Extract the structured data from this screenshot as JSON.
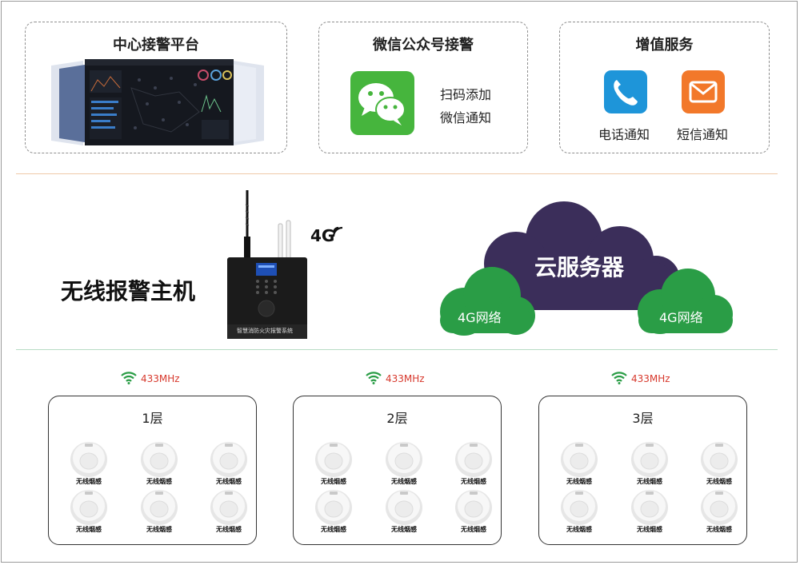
{
  "colors": {
    "wechat_green": "#46b53d",
    "phone_blue": "#1e95d9",
    "sms_orange": "#f2782a",
    "cloud_purple": "#3b2e5a",
    "cloud_green": "#2a9d46",
    "freq_red": "#d7382c",
    "divider_orange": "#f0c8a8",
    "divider_green": "#b7dcc4"
  },
  "top": {
    "center": {
      "title": "中心接警平台"
    },
    "wechat": {
      "title": "微信公众号接警",
      "line1": "扫码添加",
      "line2": "微信通知"
    },
    "value_added": {
      "title": "增值服务",
      "phone_label": "电话通知",
      "sms_label": "短信通知"
    }
  },
  "middle": {
    "host_title": "无线报警主机",
    "badge_4g": "4G",
    "device_caption": "智慧消防火灾报警系统",
    "cloud_label": "云服务器",
    "left_network": "4G网络",
    "right_network": "4G网络"
  },
  "floors": [
    {
      "title": "1层",
      "frequency": "433MHz",
      "sensors": [
        "无线烟感",
        "无线烟感",
        "无线烟感",
        "无线烟感",
        "无线烟感",
        "无线烟感"
      ]
    },
    {
      "title": "2层",
      "frequency": "433MHz",
      "sensors": [
        "无线烟感",
        "无线烟感",
        "无线烟感",
        "无线烟感",
        "无线烟感",
        "无线烟感"
      ]
    },
    {
      "title": "3层",
      "frequency": "433MHz",
      "sensors": [
        "无线烟感",
        "无线烟感",
        "无线烟感",
        "无线烟感",
        "无线烟感",
        "无线烟感"
      ]
    }
  ]
}
